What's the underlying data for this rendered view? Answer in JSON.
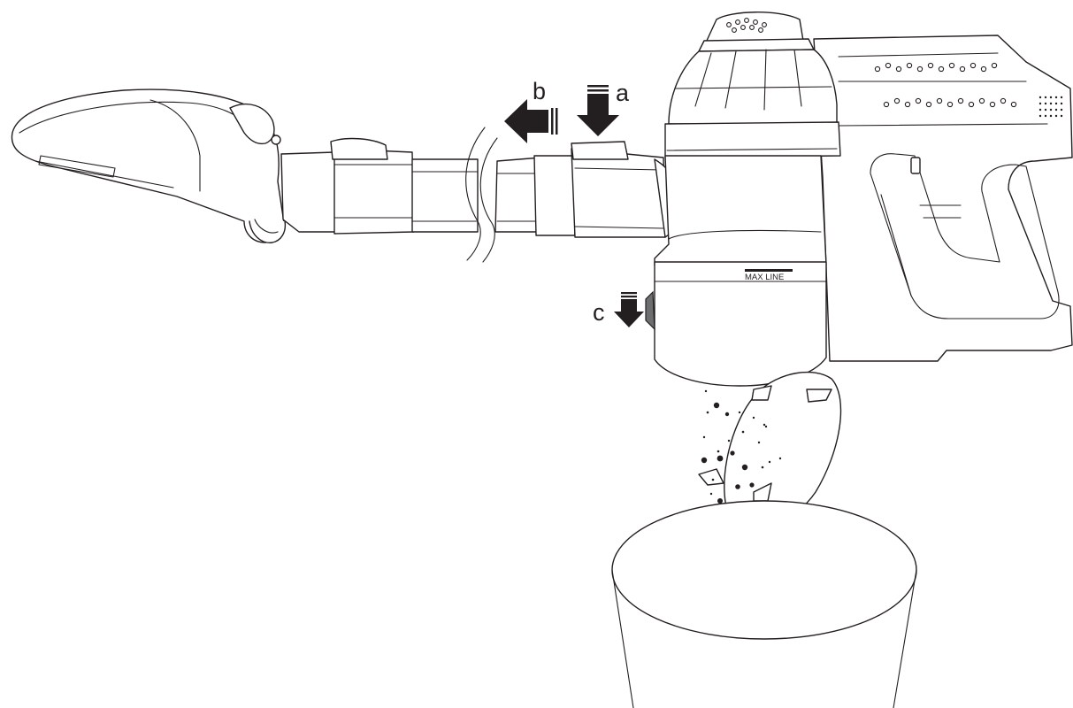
{
  "labels": {
    "a": "a",
    "b": "b",
    "c": "c",
    "max_line": "MAX LINE"
  },
  "colors": {
    "stroke": "#231f20",
    "latch": "#6d6e70",
    "background": "#ffffff"
  },
  "icons": [
    "arrow-down-icon",
    "arrow-left-icon"
  ]
}
